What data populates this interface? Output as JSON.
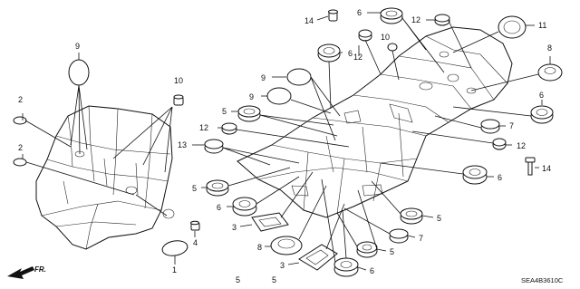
{
  "diagram": {
    "callouts": [
      "1",
      "2",
      "2",
      "3",
      "3",
      "4",
      "5",
      "5",
      "5",
      "5",
      "5",
      "5",
      "6",
      "6",
      "6",
      "6",
      "6",
      "6",
      "7",
      "7",
      "8",
      "8",
      "9",
      "9",
      "9",
      "10",
      "10",
      "11",
      "12",
      "12",
      "12",
      "12",
      "13",
      "14",
      "14"
    ],
    "code": "SEA4B3610C",
    "direction": "FR."
  }
}
